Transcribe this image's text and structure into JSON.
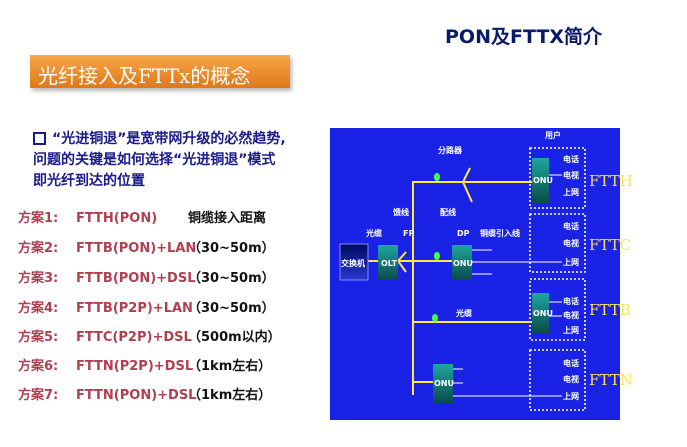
{
  "slide_title": "PON及FTTX简介",
  "section_title": "光纤接入及FTTx的概念",
  "bullet_lines": [
    "“光进铜退”是宽带网升级的必然趋势,",
    "问题的关键是如何选择“光进铜退”模式",
    "即光纤到达的位置"
  ],
  "schemes": [
    {
      "key": "方案1:",
      "code": "FTTH(PON)",
      "dist": "铜缆接入距离"
    },
    {
      "key": "方案2:",
      "code": "FTTB(PON)+LAN",
      "dist": "（30~50m）"
    },
    {
      "key": "方案3:",
      "code": "FTTB(PON)+DSL",
      "dist": "（30~50m）"
    },
    {
      "key": "方案4:",
      "code": "FTTB(P2P)+LAN",
      "dist": "（30~50m）"
    },
    {
      "key": "方案5:",
      "code": "FTTC(P2P)+DSL",
      "dist": "（500m以内）"
    },
    {
      "key": "方案6:",
      "code": "FTTN(P2P)+DSL",
      "dist": "（1km左右）"
    },
    {
      "key": "方案7:",
      "code": "FTTN(PON)+DSL",
      "dist": "（1km左右）"
    }
  ],
  "diagram": {
    "user": "用户",
    "splitter": "分路器",
    "feeder": "馈线",
    "distribution": "配线",
    "cable": "光缆",
    "fp": "FP",
    "dp": "DP",
    "copper_drop": "铜缆引入线",
    "fiber": "光缆",
    "switch": "交换机",
    "olt": "OLT",
    "onu": "ONU",
    "services": [
      "电话",
      "电视",
      "上网"
    ],
    "modes": [
      "FTTH",
      "FTTC",
      "FTTB",
      "FTTN"
    ]
  }
}
